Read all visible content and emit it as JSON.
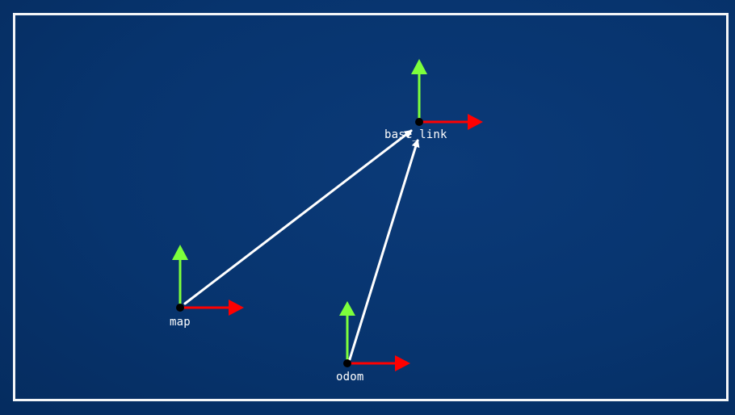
{
  "colors": {
    "background": "#07346e",
    "border": "#f4f6f8",
    "x_axis": "#ff0000",
    "y_axis": "#7dff3c",
    "relation_arrow": "#ffffff",
    "origin": "#000000",
    "label": "#ffffff"
  },
  "frames": [
    {
      "id": "map",
      "label": "map"
    },
    {
      "id": "odom",
      "label": "odom"
    },
    {
      "id": "base_link",
      "label": "base_link"
    }
  ],
  "transforms": [
    {
      "from": "map",
      "to": "base_link"
    },
    {
      "from": "odom",
      "to": "base_link"
    }
  ]
}
